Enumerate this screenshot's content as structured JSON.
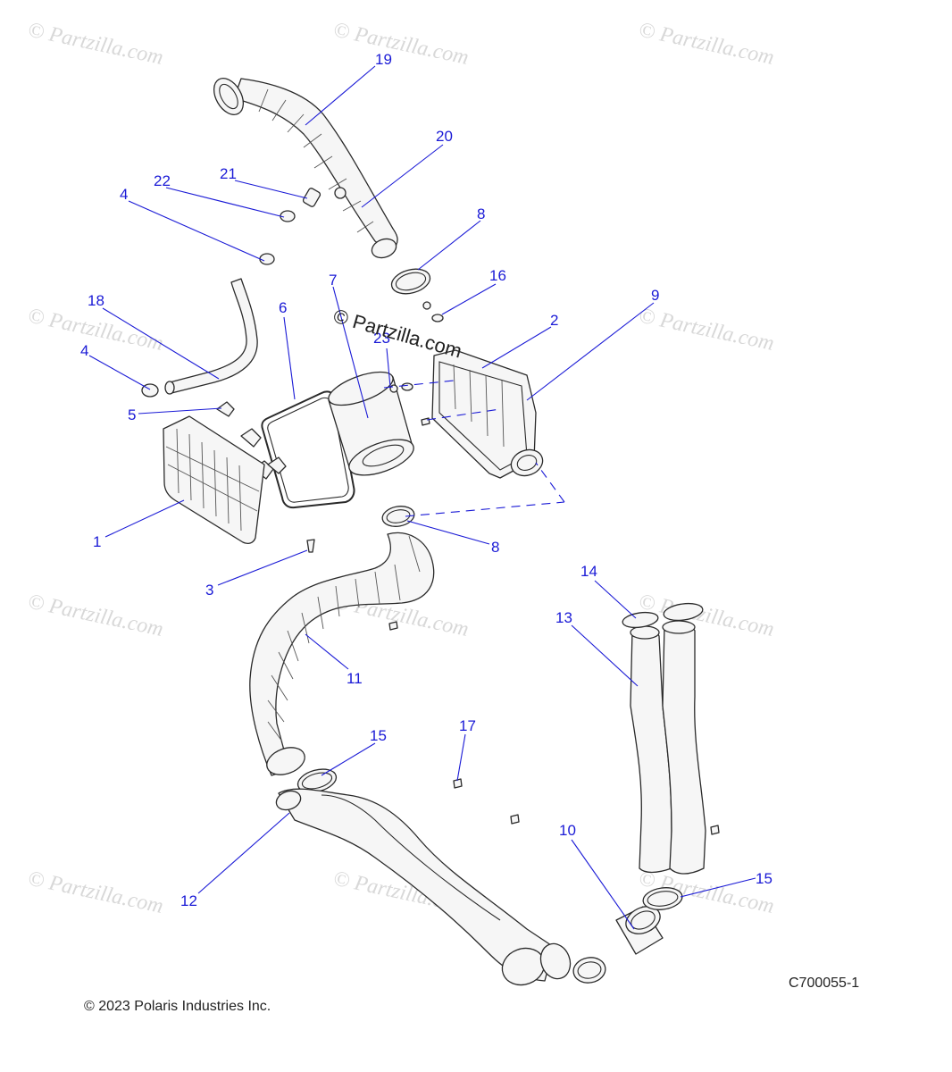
{
  "watermark": {
    "text": "© Partzilla.com"
  },
  "brand_mark": "© Partzilla.com",
  "callouts": [
    {
      "id": "c19",
      "label": "19"
    },
    {
      "id": "c20",
      "label": "20"
    },
    {
      "id": "c21",
      "label": "21"
    },
    {
      "id": "c22",
      "label": "22"
    },
    {
      "id": "c4a",
      "label": "4"
    },
    {
      "id": "c8a",
      "label": "8"
    },
    {
      "id": "c16",
      "label": "16"
    },
    {
      "id": "c7",
      "label": "7"
    },
    {
      "id": "c6",
      "label": "6"
    },
    {
      "id": "c18",
      "label": "18"
    },
    {
      "id": "c23",
      "label": "23"
    },
    {
      "id": "c2",
      "label": "2"
    },
    {
      "id": "c9",
      "label": "9"
    },
    {
      "id": "c4b",
      "label": "4"
    },
    {
      "id": "c5",
      "label": "5"
    },
    {
      "id": "c1",
      "label": "1"
    },
    {
      "id": "c8b",
      "label": "8"
    },
    {
      "id": "c3",
      "label": "3"
    },
    {
      "id": "c14",
      "label": "14"
    },
    {
      "id": "c13",
      "label": "13"
    },
    {
      "id": "c11",
      "label": "11"
    },
    {
      "id": "c17",
      "label": "17"
    },
    {
      "id": "c15a",
      "label": "15"
    },
    {
      "id": "c10",
      "label": "10"
    },
    {
      "id": "c15b",
      "label": "15"
    },
    {
      "id": "c12",
      "label": "12"
    }
  ],
  "footer": {
    "copyright": "© 2023 Polaris Industries Inc.",
    "drawing_number": "C700055-1"
  },
  "colors": {
    "callout": "#1a1ad6",
    "line_art": "#2a2a2a",
    "watermark": "#d8d8d8"
  }
}
